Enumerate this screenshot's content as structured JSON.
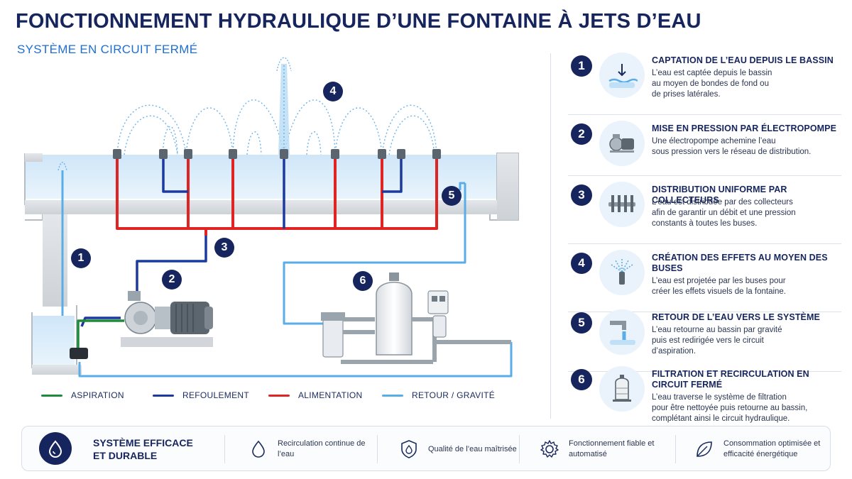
{
  "header": {
    "title": "FONCTIONNEMENT HYDRAULIQUE D’UNE FONTAINE À JETS D’EAU",
    "subtitle": "SYSTÈME EN CIRCUIT FERMÉ"
  },
  "diagram": {
    "badges": [
      "1",
      "2",
      "3",
      "4",
      "5",
      "6"
    ]
  },
  "legend": [
    {
      "label": "ASPIRATION",
      "color": "#1e8a3a"
    },
    {
      "label": "REFOULEMENT",
      "color": "#1c3a9e"
    },
    {
      "label": "ALIMENTATION",
      "color": "#e02424"
    },
    {
      "label": "RETOUR / GRAVITÉ",
      "color": "#5aaee8"
    }
  ],
  "steps": [
    {
      "num": "1",
      "icon": "water-intake-icon",
      "title": "CAPTATION DE L’EAU DEPUIS LE BASSIN",
      "desc": [
        "L’eau est captée depuis le bassin",
        "au moyen de bondes de fond ou",
        "de prises latérales."
      ]
    },
    {
      "num": "2",
      "icon": "electric-pump-icon",
      "title": "MISE EN PRESSION PAR ÉLECTROPOMPE",
      "desc": [
        "Une électropompe achemine l’eau",
        "sous pression vers le réseau de distribution."
      ]
    },
    {
      "num": "3",
      "icon": "manifold-icon",
      "title": "DISTRIBUTION UNIFORME PAR COLLECTEURS",
      "desc": [
        "L’eau est distribuée par des collecteurs",
        "afin de garantir un débit et une pression",
        "constants à toutes les buses."
      ]
    },
    {
      "num": "4",
      "icon": "nozzle-icon",
      "title": "CRÉATION DES EFFETS AU MOYEN DES BUSES",
      "desc": [
        "L’eau est projetée par les buses pour",
        "créer les effets visuels de la fontaine."
      ]
    },
    {
      "num": "5",
      "icon": "water-return-icon",
      "title": "RETOUR DE L’EAU VERS LE SYSTÈME",
      "desc": [
        "L’eau retourne au bassin par gravité",
        "puis est redirigée vers le circuit",
        "d’aspiration."
      ]
    },
    {
      "num": "6",
      "icon": "filter-tank-icon",
      "title": "FILTRATION ET RECIRCULATION EN CIRCUIT FERMÉ",
      "desc": [
        "L’eau traverse le système de filtration",
        "pour être nettoyée puis retourne au bassin,",
        "complétant ainsi le circuit hydraulique."
      ]
    }
  ],
  "footer": {
    "main": "SYSTÈME EFFICACE ET DURABLE",
    "features": [
      {
        "icon": "water-drop-icon",
        "text": "Recirculation continue de l’eau"
      },
      {
        "icon": "shield-drop-icon",
        "text": "Qualité de l’eau maîtrisée"
      },
      {
        "icon": "gear-icon",
        "text": "Fonctionnement fiable et automatisé"
      },
      {
        "icon": "leaf-icon",
        "text": "Consommation optimisée et efficacité énergétique"
      }
    ]
  },
  "colors": {
    "navy": "#16255e",
    "accent_blue": "#1e6fd1",
    "aspiration": "#1e8a3a",
    "refoulement": "#1c3a9e",
    "alimentation": "#e02424",
    "retour": "#5aaee8"
  }
}
